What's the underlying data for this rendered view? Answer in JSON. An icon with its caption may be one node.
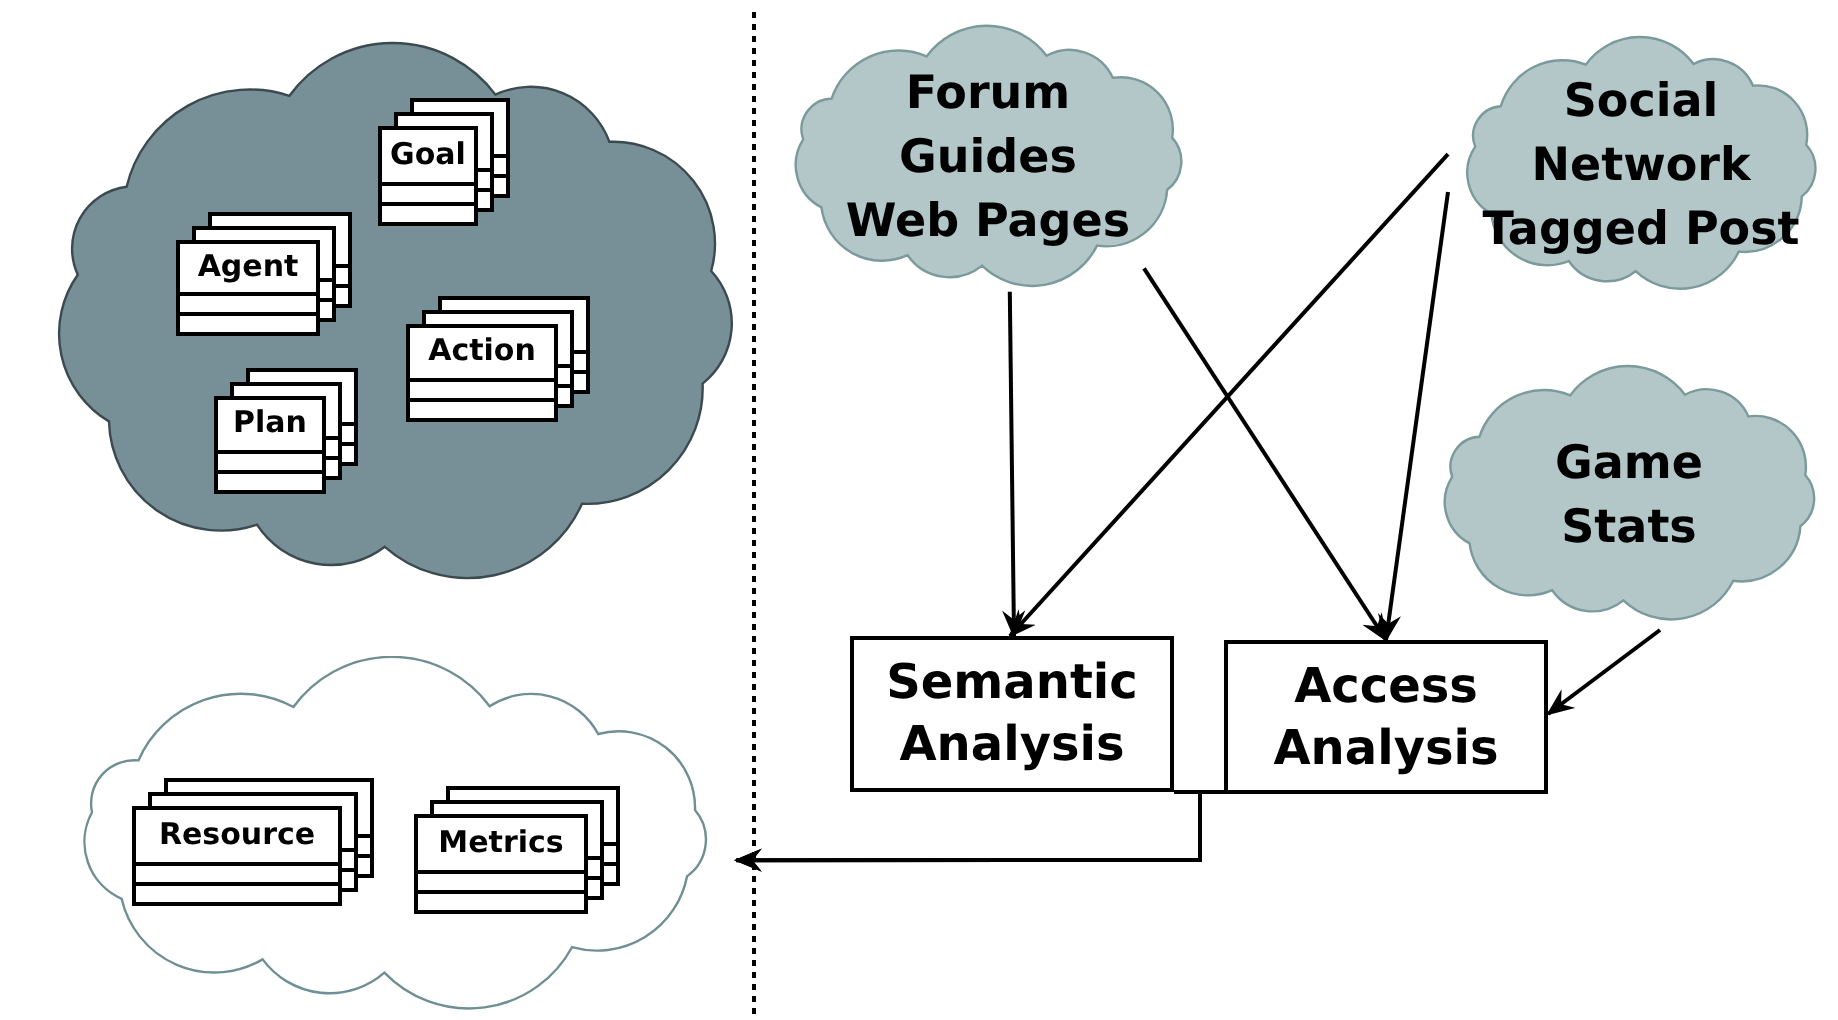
{
  "diagram": {
    "nodes": [
      {
        "text": [],
        "shape": "cloud"
      },
      {
        "text": [
          "Goal"
        ],
        "in": 0
      },
      {
        "text": [
          "Agent"
        ],
        "in": 0
      },
      {
        "text": [
          "Action"
        ],
        "in": 0
      },
      {
        "text": [
          "Plan"
        ],
        "in": 0
      },
      {
        "text": [],
        "shape": "cloud"
      },
      {
        "text": [
          "Resource"
        ],
        "in": 5
      },
      {
        "text": [
          "Metrics"
        ],
        "in": 5
      },
      {
        "text": [
          "Forum Guides Web Pages"
        ]
      },
      {
        "text": [
          "Social Network Tagged Post"
        ]
      },
      {
        "text": [
          "Game Stats"
        ]
      },
      {
        "text": [
          "Semantic Analysis"
        ]
      },
      {
        "text": [
          "Access Analysis"
        ]
      }
    ],
    "edges": [
      {
        "from": 8,
        "to": 11,
        "arrow": "to"
      },
      {
        "from": 8,
        "to": 12,
        "arrow": "to"
      },
      {
        "from": 9,
        "to": 11,
        "arrow": "to"
      },
      {
        "from": 9,
        "to": 12,
        "arrow": "to"
      },
      {
        "from": 10,
        "to": 12,
        "arrow": "to"
      },
      {
        "from": 11,
        "to": 5,
        "arrow": "to"
      },
      {
        "from": 12,
        "to": 5,
        "arrow": "to"
      }
    ]
  }
}
